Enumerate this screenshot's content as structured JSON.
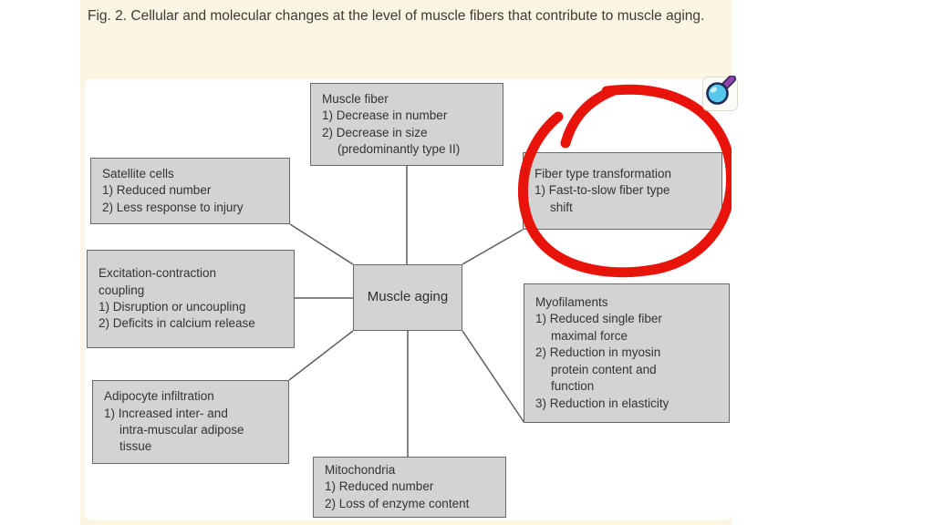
{
  "page": {
    "caption": "Fig. 2. Cellular and molecular changes at the level of muscle fibers that contribute to muscle aging.",
    "background": "#ffffff",
    "content_background": "#fbf6e3"
  },
  "figure": {
    "center": {
      "label": "Muscle aging"
    },
    "boxes": [
      {
        "name": "muscle-fiber",
        "lines": [
          "Muscle fiber",
          "1) Decrease in number",
          "2) Decrease in size",
          "(predominantly type II)"
        ]
      },
      {
        "name": "satellite-cells",
        "lines": [
          "Satellite cells",
          "1) Reduced number",
          "2) Less response to injury"
        ]
      },
      {
        "name": "excitation-contraction-coupling",
        "lines": [
          "Excitation-contraction",
          "coupling",
          "1) Disruption or uncoupling",
          "2) Deficits in calcium release"
        ]
      },
      {
        "name": "adipocyte-infiltration",
        "lines": [
          "Adipocyte infiltration",
          "1) Increased inter- and",
          "intra-muscular adipose",
          "tissue"
        ]
      },
      {
        "name": "mitochondria",
        "lines": [
          "Mitochondria",
          "1) Reduced number",
          "2) Loss of enzyme content"
        ]
      },
      {
        "name": "myofilaments",
        "lines": [
          "Myofilaments",
          "1) Reduced single fiber",
          "maximal force",
          "2) Reduction in myosin",
          "protein content and",
          "function",
          "3) Reduction in elasticity"
        ]
      },
      {
        "name": "fiber-type-transformation",
        "lines": [
          "Fiber type transformation",
          "1) Fast-to-slow fiber type",
          "shift"
        ]
      }
    ],
    "colors": {
      "box_fill": "#d3d3d3",
      "box_border": "#696969",
      "connector": "#5f5f5f",
      "annotation_red": "#e8140b"
    },
    "annotation": {
      "shape": "hand-drawn-red-circle",
      "highlights": "Fiber type transformation"
    },
    "cursor_icon": {
      "name": "zoom-cursor",
      "lens_color": "#57c7ec",
      "handle_color": "#8d44ae"
    }
  }
}
